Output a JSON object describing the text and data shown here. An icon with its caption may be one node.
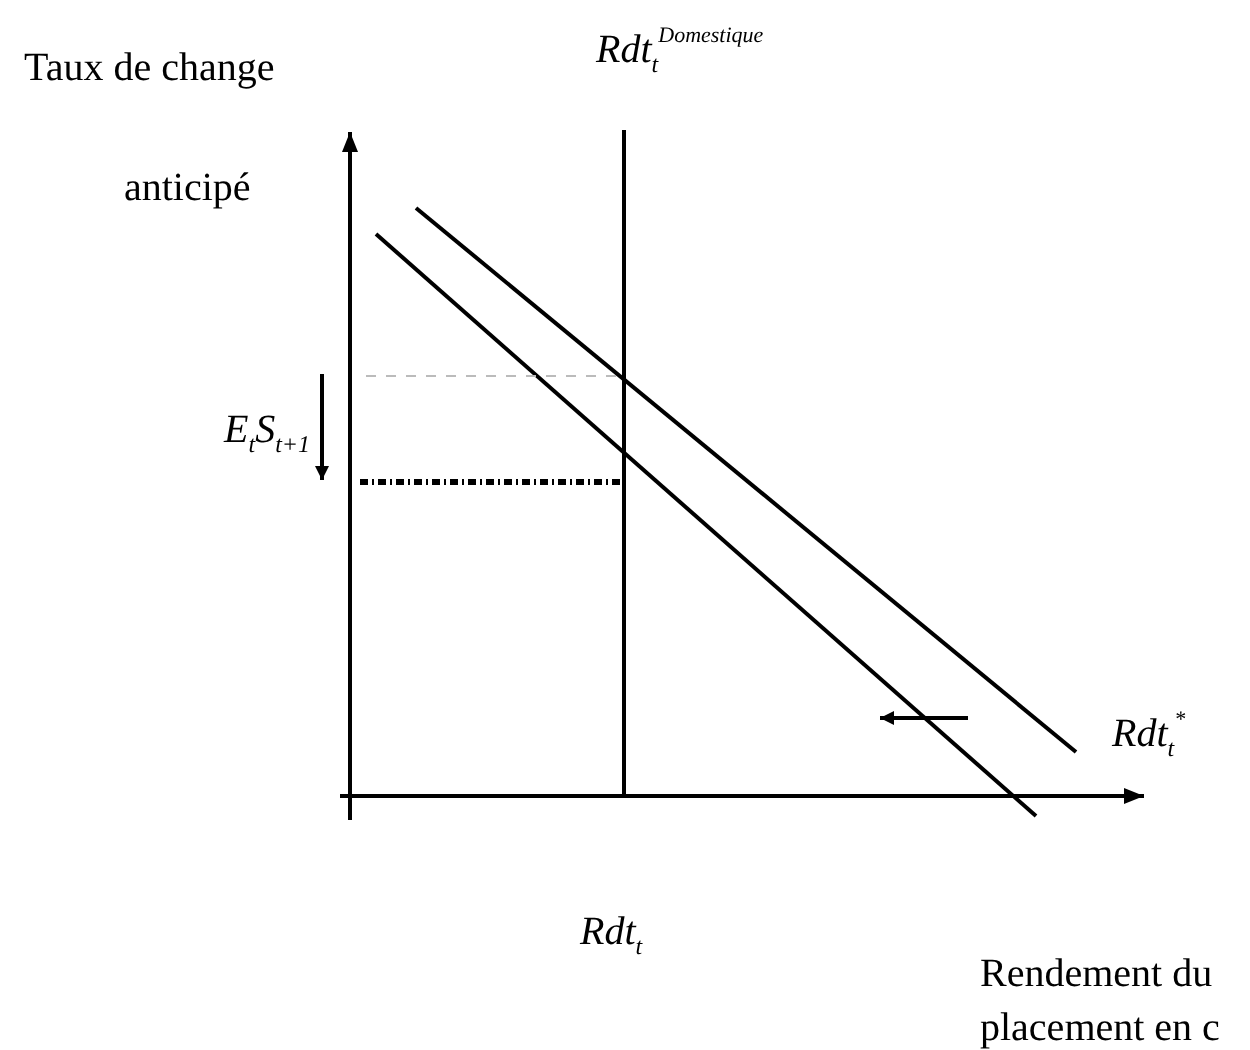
{
  "diagram": {
    "labels": [
      "Taux de change",
      "Rdt$_{t}$$^{Domestique}$",
      "anticipé",
      "E$_{t}$S$_{t+1}$",
      "Rdt$_{t}$$^{*}$",
      "Rdt$_{t}$",
      "Rendement du placement en c"
    ]
  }
}
